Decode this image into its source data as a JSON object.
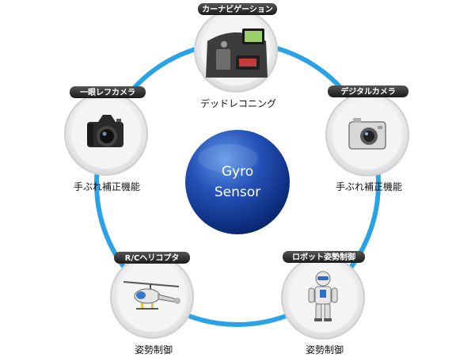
{
  "center": {
    "line1": "Gyro",
    "line2": "Sensor"
  },
  "nodes": [
    {
      "id": "top",
      "tag": "カーナビゲーション",
      "caption": "デッドレコニング",
      "icon": "car-navigation-icon"
    },
    {
      "id": "right",
      "tag": "デジタルカメラ",
      "caption": "手ぶれ補正機能",
      "icon": "digital-camera-icon"
    },
    {
      "id": "bottom-right",
      "tag": "ロボット姿勢制御",
      "caption": "姿勢制御",
      "icon": "humanoid-robot-icon"
    },
    {
      "id": "bottom-left",
      "tag": "R/Cヘリコプタ",
      "caption": "姿勢制御",
      "icon": "rc-helicopter-icon"
    },
    {
      "id": "left",
      "tag": "一眼レフカメラ",
      "caption": "手ぶれ補正機能",
      "icon": "dslr-camera-icon"
    }
  ],
  "colors": {
    "ring": "#29a3e6",
    "tag_bg": "#2b2b2b",
    "center_dark": "#0a2e85",
    "center_light": "#3f7ad8",
    "circle_outer": "#d6d6d6",
    "circle_inner": "#f7f7f7"
  }
}
